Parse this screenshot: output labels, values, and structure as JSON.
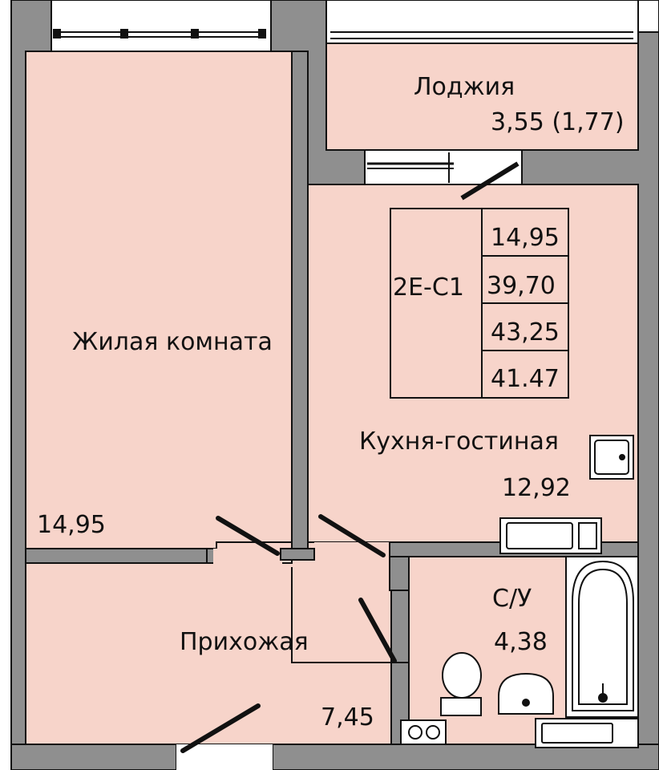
{
  "rooms": {
    "living": {
      "name": "Жилая комната",
      "area": "14,95"
    },
    "loggia": {
      "name": "Лоджия",
      "area": "3,55 (1,77)"
    },
    "kitchen": {
      "name": "Кухня-гостиная",
      "area": "12,92"
    },
    "hall": {
      "name": "Прихожая",
      "area": "7,45"
    },
    "bathroom": {
      "name": "С/У",
      "area": "4,38"
    }
  },
  "spec_table": {
    "code": "2Е-С1",
    "values": [
      "14,95",
      "39,70",
      "43,25",
      "41.47"
    ]
  },
  "colors": {
    "wall": "#8f8f8f",
    "floor": "#f7d4ca",
    "line": "#111111",
    "fixture": "#ffffff"
  },
  "fixtures": [
    "kitchen-sink-icon",
    "stove-icon",
    "bathtub-icon",
    "toilet-icon",
    "washbasin-icon",
    "window-icon",
    "door-swing-icon"
  ]
}
